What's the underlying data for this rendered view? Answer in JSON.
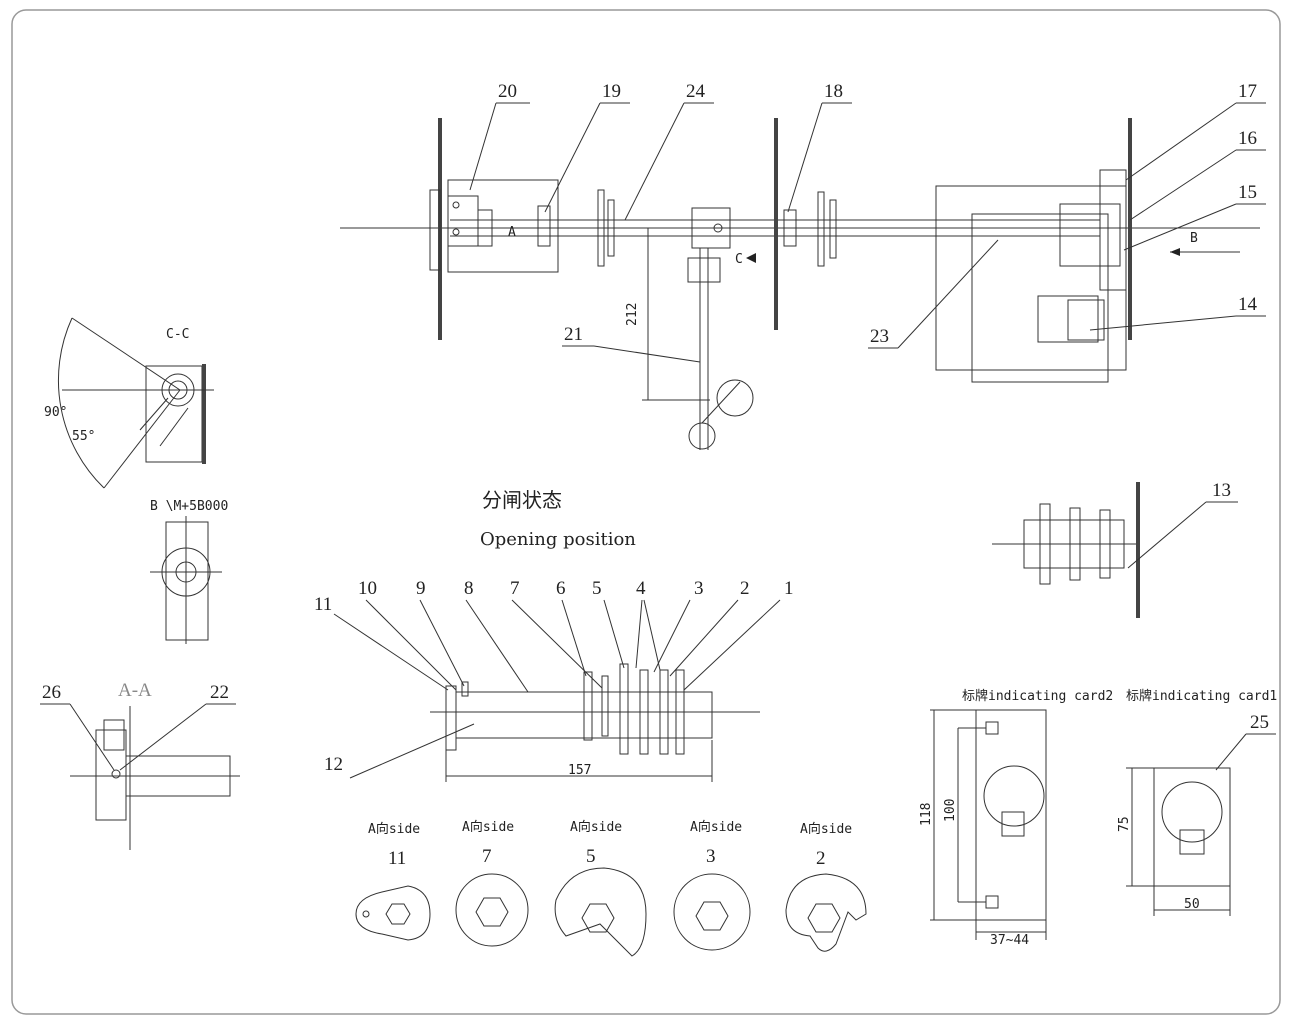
{
  "title_cn": "分闸状态",
  "title_en": "Opening position",
  "section_cc": "C-C",
  "section_aa": "A-A",
  "view_b": "B \\M+5B000",
  "arrow_c": "C",
  "arrow_b": "B",
  "arrow_a": "A",
  "angle_90": "90°",
  "angle_55": "55°",
  "dim_212": "212",
  "dim_157": "157",
  "dim_118": "118",
  "dim_100": "100",
  "dim_37_44": "37~44",
  "dim_75": "75",
  "dim_50": "50",
  "card2_label": "标牌indicating card2",
  "card1_label": "标牌indicating card1",
  "part_numbers": [
    "1",
    "2",
    "3",
    "4",
    "5",
    "6",
    "7",
    "8",
    "9",
    "10",
    "11",
    "12",
    "13",
    "14",
    "15",
    "16",
    "17",
    "18",
    "19",
    "20",
    "21",
    "22",
    "23",
    "24",
    "25",
    "26"
  ],
  "cams": [
    {
      "side": "A向side",
      "num": "11"
    },
    {
      "side": "A向side",
      "num": "7"
    },
    {
      "side": "A向side",
      "num": "5"
    },
    {
      "side": "A向side",
      "num": "3"
    },
    {
      "side": "A向side",
      "num": "2"
    }
  ]
}
